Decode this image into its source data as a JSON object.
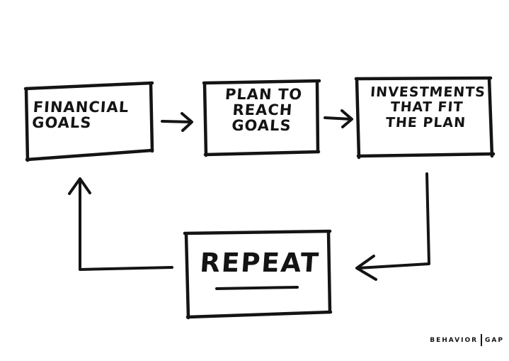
{
  "diagram": {
    "nodes": {
      "financial_goals": {
        "text": "Financial\nGoals"
      },
      "plan": {
        "text": "Plan to\nReach\nGoals"
      },
      "investments": {
        "text": "Investments\nThat Fit\nThe Plan"
      },
      "repeat": {
        "text": "Repeat"
      }
    },
    "edges": [
      {
        "from": "financial_goals",
        "to": "plan"
      },
      {
        "from": "plan",
        "to": "investments"
      },
      {
        "from": "investments",
        "to": "repeat"
      },
      {
        "from": "repeat",
        "to": "financial_goals"
      }
    ]
  },
  "brand": {
    "left": "Behavior",
    "right": "Gap"
  },
  "colors": {
    "ink": "#141414",
    "background": "#ffffff"
  }
}
